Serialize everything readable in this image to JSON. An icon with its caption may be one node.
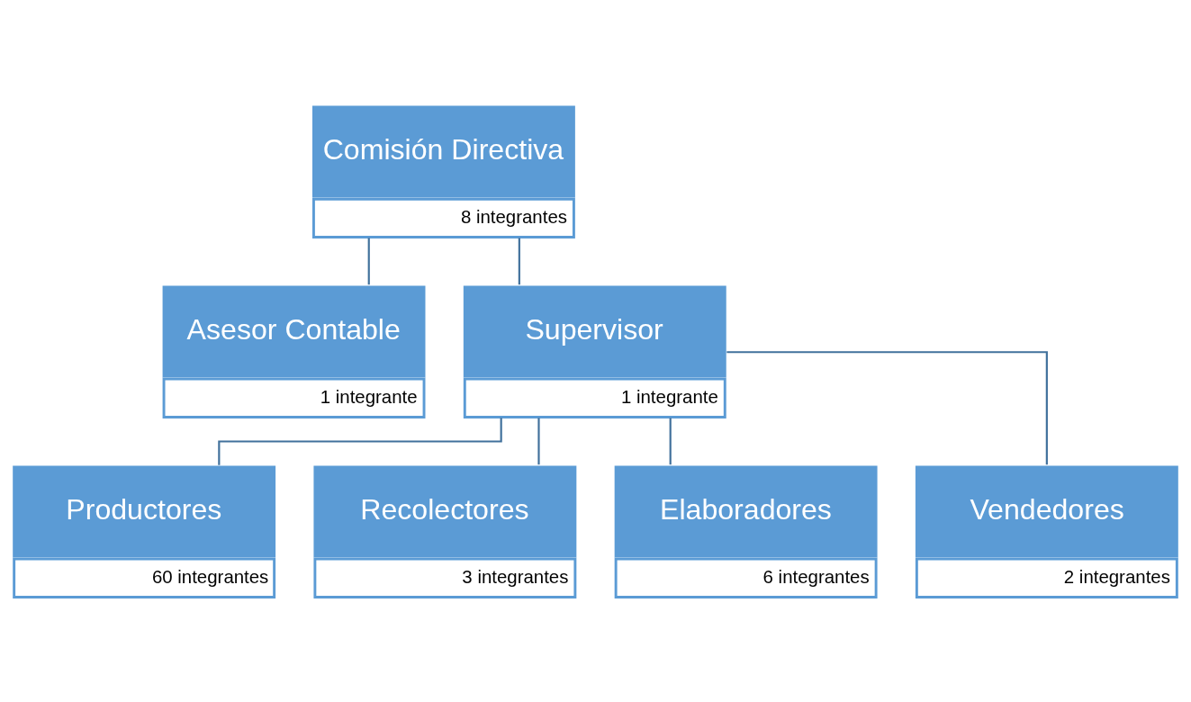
{
  "diagram": {
    "nodes": [
      {
        "text": [
          "Comisión Directiva",
          "8 integrantes"
        ]
      },
      {
        "text": [
          "Asesor Contable",
          "1 integrante"
        ]
      },
      {
        "text": [
          "Supervisor",
          "1 integrante"
        ]
      },
      {
        "text": [
          "Productores",
          "60 integrantes"
        ]
      },
      {
        "text": [
          "Recolectores",
          "3 integrantes"
        ]
      },
      {
        "text": [
          "Elaboradores",
          "6 integrantes"
        ]
      },
      {
        "text": [
          "Vendedores",
          "2 integrantes"
        ]
      }
    ],
    "edges": [
      {
        "from": 0,
        "to": 1,
        "arrow": "none"
      },
      {
        "from": 0,
        "to": 2,
        "arrow": "none"
      },
      {
        "from": 2,
        "to": 3,
        "arrow": "none"
      },
      {
        "from": 2,
        "to": 4,
        "arrow": "none"
      },
      {
        "from": 2,
        "to": 5,
        "arrow": "none"
      },
      {
        "from": 2,
        "to": 6,
        "arrow": "none"
      }
    ]
  }
}
